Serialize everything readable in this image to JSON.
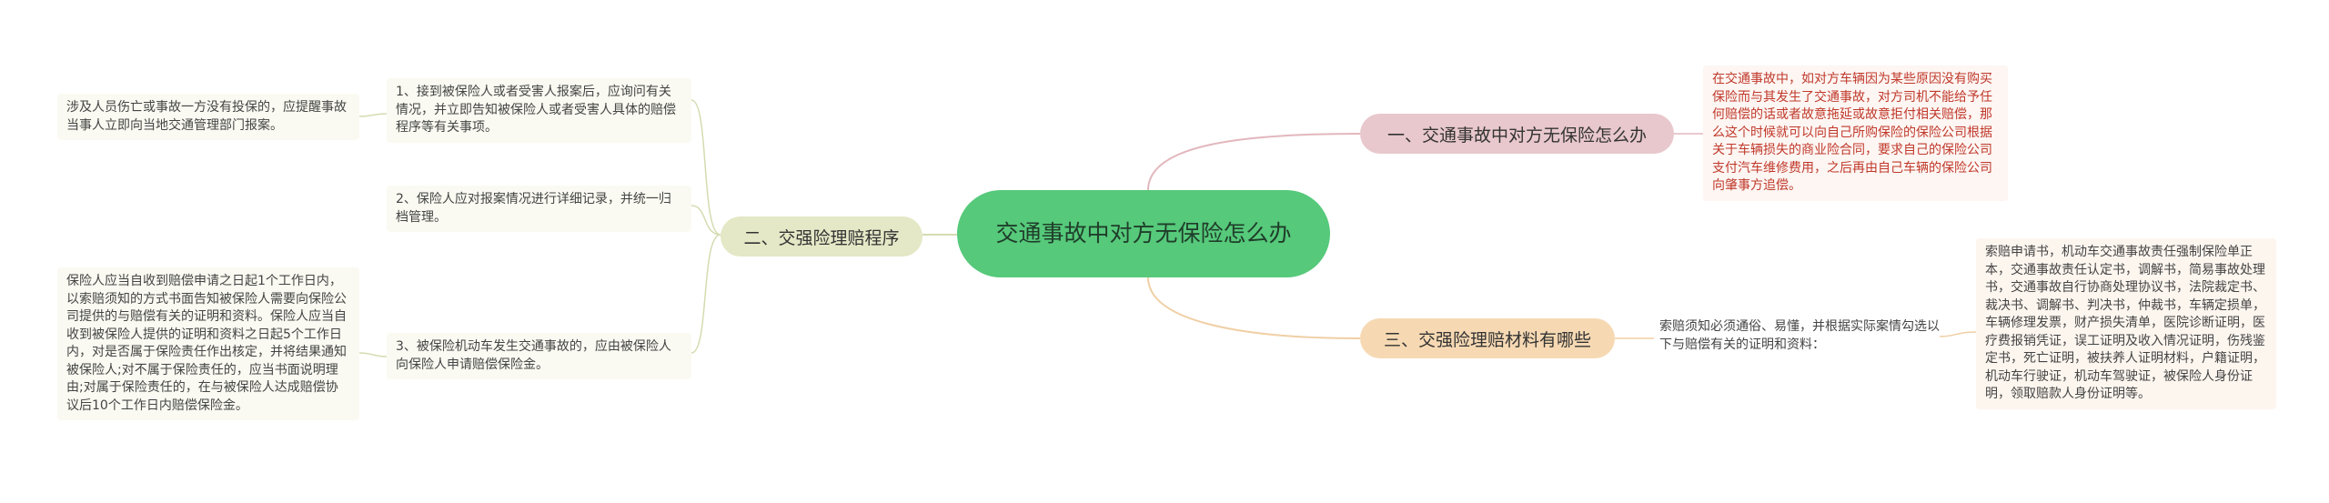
{
  "center": {
    "label": "交通事故中对方无保险怎么办"
  },
  "branches": {
    "b1": {
      "label": "一、交通事故中对方无保险怎么办"
    },
    "b2": {
      "label": "二、交强险理赔程序"
    },
    "b3": {
      "label": "三、交强险理赔材料有哪些"
    }
  },
  "b1_detail": "在交通事故中，如对方车辆因为某些原因没有购买保险而与其发生了交通事故，对方司机不能给予任何赔偿的话或者故意拖延或故意拒付相关赔偿，那么这个时候就可以向自己所购保险的保险公司根据关于车辆损失的商业险合同，要求自己的保险公司支付汽车维修费用，之后再由自己车辆的保险公司向肇事方追偿。",
  "b2_items": [
    {
      "text": "1、接到被保险人或者受害人报案后，应询问有关情况，并立即告知被保险人或者受害人具体的赔偿程序等有关事项。",
      "sub": "涉及人员伤亡或事故一方没有投保的，应提醒事故当事人立即向当地交通管理部门报案。"
    },
    {
      "text": "2、保险人应对报案情况进行详细记录，并统一归档管理。"
    },
    {
      "text": "3、被保险机动车发生交通事故的，应由被保险人向保险人申请赔偿保险金。",
      "sub": "保险人应当自收到赔偿申请之日起1个工作日内，以索赔须知的方式书面告知被保险人需要向保险公司提供的与赔偿有关的证明和资料。保险人应当自收到被保险人提供的证明和资料之日起5个工作日内，对是否属于保险责任作出核定，并将结果通知被保险人;对不属于保险责任的，应当书面说明理由;对属于保险责任的，在与被保险人达成赔偿协议后10个工作日内赔偿保险金。"
    }
  ],
  "b3_intro": "索赔须知必须通俗、易懂，并根据实际案情勾选以下与赔偿有关的证明和资料：",
  "b3_detail": "索赔申请书，机动车交通事故责任强制保险单正本，交通事故责任认定书，调解书，简易事故处理书，交通事故自行协商处理协议书，法院裁定书、裁决书、调解书、判决书，仲裁书，车辆定损单，车辆修理发票，财产损失清单，医院诊断证明，医疗费报销凭证，误工证明及收入情况证明，伤残鉴定书，死亡证明，被扶养人证明材料，户籍证明，机动车行驶证，机动车驾驶证，被保险人身份证明，领取赔款人身份证明等。",
  "colors": {
    "center": "#56c97a",
    "b1": "#e8c8cc",
    "b2": "#e4e8c6",
    "b3": "#f6d9b3",
    "line_b1": "#e2b7bd",
    "line_b2": "#d4dcb0",
    "line_b3": "#f0cfa5"
  }
}
